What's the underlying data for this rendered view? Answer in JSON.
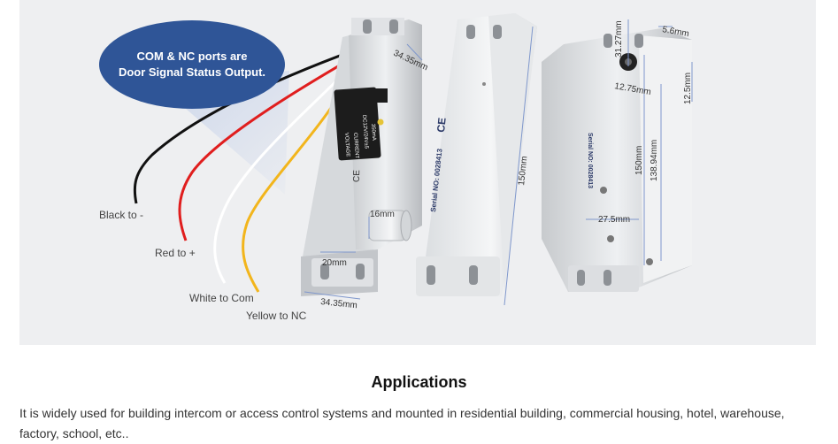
{
  "callout": {
    "line1": "COM & NC ports are",
    "line2": "Door Signal Status Output."
  },
  "wires": {
    "black": "Black to -",
    "red": "Red to +",
    "white": "White to Com",
    "yellow": "Yellow to NC"
  },
  "dimensions": {
    "d_34_35_top": "34.35mm",
    "d_16": "16mm",
    "d_20": "20mm",
    "d_34_35_bottom": "34.35mm",
    "d_150_back": "150mm",
    "d_31_27": "31.27mm",
    "d_5_6": "5.6mm",
    "d_12_75": "12.75mm",
    "d_12_5": "12.5mm",
    "d_150_side": "150mm",
    "d_138_94": "138.94mm",
    "d_27_5": "27.5mm"
  },
  "device_labels": {
    "voltage": "VOLTAGE",
    "current": "CURRENT",
    "voltage_value": "DC12V/24V±5",
    "current_value": "350mA",
    "serial": "Serial NO: 0028413",
    "ce": "CE"
  },
  "section": {
    "heading": "Applications",
    "description": "It is widely used for building intercom or access control systems and mounted in residential building, commercial housing, hotel, warehouse, factory, school, etc.."
  },
  "colors": {
    "panel_bg": "#eeeff1",
    "callout_fill": "#2f5597",
    "dimension_line": "#7f97cc",
    "wire_black": "#111111",
    "wire_red": "#e01e1e",
    "wire_white": "#ffffff",
    "wire_yellow": "#f2b51c"
  }
}
